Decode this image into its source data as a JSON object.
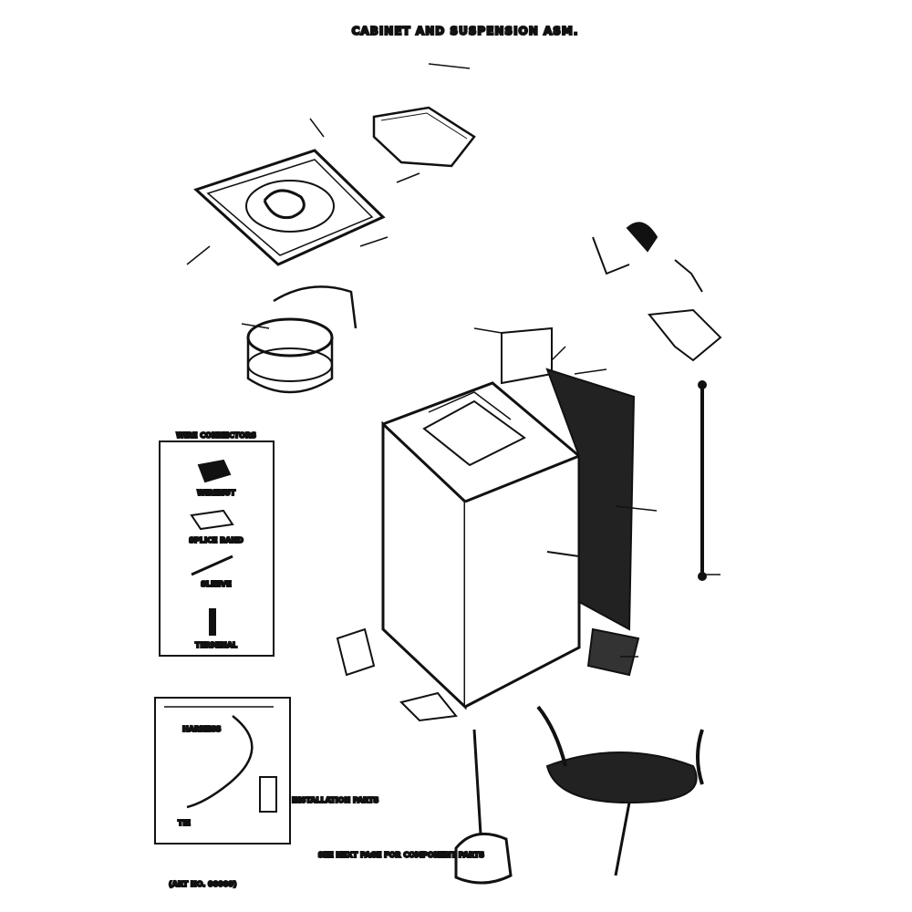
{
  "title": "CABINET AND SUSPENSION ASM.",
  "wire_connectors": {
    "heading": "WIRE CONNECTORS",
    "items": [
      "WIRENUT",
      "SPLICE BAND",
      "SLEEVE",
      "TERMINAL"
    ]
  },
  "inset": {
    "harness_label": "HARNESS",
    "tie_label": "TIE",
    "note": "INSTALLATION PARTS"
  },
  "footer": {
    "service_note": "SEE NEXT PAGE FOR COMPONENT PARTS",
    "part_no": "(ART NO. 00000)"
  },
  "colors": {
    "ink": "#111111",
    "paper": "#ffffff"
  }
}
